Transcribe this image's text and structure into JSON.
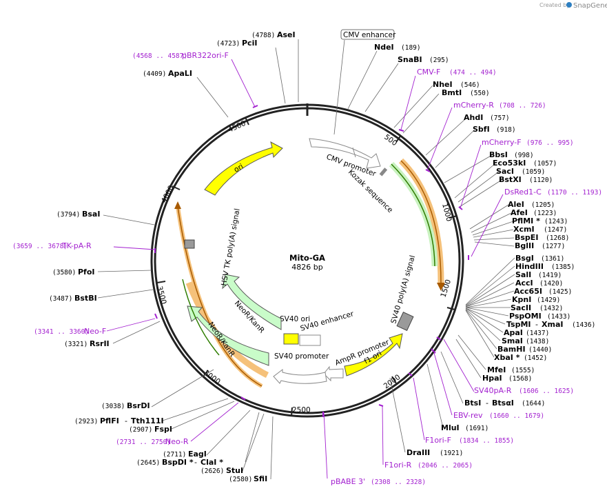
{
  "brand": {
    "created_by": "Created by",
    "app": "SnapGene"
  },
  "map": {
    "name": "Mito-GA",
    "length": "4826 bp"
  },
  "ticks": [
    "500",
    "1000",
    "1500",
    "2000",
    "2500",
    "3000",
    "3500",
    "4000",
    "4500"
  ],
  "features": {
    "cmv_enhancer": "CMV enhancer",
    "cmv_promoter": "CMV promoter",
    "kozak": "Kozak sequence",
    "sv40_polya": "SV40 poly(A) signal",
    "f1_ori": "f1 ori",
    "ampr_promoter": "AmpR promoter",
    "sv40_promoter": "SV40 promoter",
    "sv40_ori": "SV40 ori",
    "sv40_enhancer": "SV40 enhancer",
    "neor1": "NeoR/KanR",
    "neor2": "NeoR/KanR",
    "hsv_tk": "HSV TK poly(A) signal",
    "ori": "ori"
  },
  "enzymes": [
    {
      "name": "AseI",
      "pos": "(4788)"
    },
    {
      "name": "PciI",
      "pos": "(4723)"
    },
    {
      "name": "ApaLI",
      "pos": "(4409)"
    },
    {
      "name": "NdeI",
      "pos": "(189)"
    },
    {
      "name": "SnaBI",
      "pos": "(295)"
    },
    {
      "name": "NheI",
      "pos": "(546)"
    },
    {
      "name": "BmtI",
      "pos": "(550)"
    },
    {
      "name": "AhdI",
      "pos": "(757)"
    },
    {
      "name": "SbfI",
      "pos": "(918)"
    },
    {
      "name": "BbsI",
      "pos": "(998)"
    },
    {
      "name": "Eco53kI",
      "pos": "(1057)"
    },
    {
      "name": "SacI",
      "pos": "(1059)"
    },
    {
      "name": "BstXI",
      "pos": "(1120)"
    },
    {
      "name": "AleI",
      "pos": "(1205)"
    },
    {
      "name": "AfeI",
      "pos": "(1223)"
    },
    {
      "name": "PflMI *",
      "pos": "(1243)"
    },
    {
      "name": "XcmI",
      "pos": "(1247)"
    },
    {
      "name": "BspEI",
      "pos": "(1268)"
    },
    {
      "name": "BglII",
      "pos": "(1277)"
    },
    {
      "name": "BsgI",
      "pos": "(1361)"
    },
    {
      "name": "HindIII",
      "pos": "(1385)"
    },
    {
      "name": "SalI",
      "pos": "(1419)"
    },
    {
      "name": "AccI",
      "pos": "(1420)"
    },
    {
      "name": "Acc65I",
      "pos": "(1425)"
    },
    {
      "name": "KpnI",
      "pos": "(1429)"
    },
    {
      "name": "SacII",
      "pos": "(1432)"
    },
    {
      "name": "PspOMI",
      "pos": "(1433)"
    },
    {
      "name": "TspMI",
      "pos": ""
    },
    {
      "name": "XmaI",
      "pos": "(1436)"
    },
    {
      "name": "ApaI",
      "pos": "(1437)"
    },
    {
      "name": "SmaI",
      "pos": "(1438)"
    },
    {
      "name": "BamHI",
      "pos": "(1440)"
    },
    {
      "name": "XbaI *",
      "pos": "(1452)"
    },
    {
      "name": "MfeI",
      "pos": "(1555)"
    },
    {
      "name": "HpaI",
      "pos": "(1568)"
    },
    {
      "name": "BtsI",
      "pos": ""
    },
    {
      "name": "BtsαI",
      "pos": "(1644)"
    },
    {
      "name": "MluI",
      "pos": "(1691)"
    },
    {
      "name": "DraIII",
      "pos": "(1921)"
    },
    {
      "name": "SfiI",
      "pos": "(2580)"
    },
    {
      "name": "StuI",
      "pos": "(2626)"
    },
    {
      "name": "BspDI *",
      "pos": "(2645)"
    },
    {
      "name": "ClaI *",
      "pos": ""
    },
    {
      "name": "EagI",
      "pos": "(2711)"
    },
    {
      "name": "FspI",
      "pos": "(2907)"
    },
    {
      "name": "PflFI",
      "pos": "(2923)"
    },
    {
      "name": "Tth111I",
      "pos": ""
    },
    {
      "name": "BsrDI",
      "pos": "(3038)"
    },
    {
      "name": "RsrII",
      "pos": "(3321)"
    },
    {
      "name": "BstBI",
      "pos": "(3487)"
    },
    {
      "name": "PfoI",
      "pos": "(3580)"
    },
    {
      "name": "BsaI",
      "pos": "(3794)"
    }
  ],
  "primers": [
    {
      "name": "pBR322ori-F",
      "range": "(4568 .. 4587)"
    },
    {
      "name": "CMV-F",
      "range": "(474 .. 494)"
    },
    {
      "name": "mCherry-R",
      "range": "(708 .. 726)"
    },
    {
      "name": "mCherry-F",
      "range": "(976 .. 995)"
    },
    {
      "name": "DsRed1-C",
      "range": "(1170 .. 1193)"
    },
    {
      "name": "SV40pA-R",
      "range": "(1606 .. 1625)"
    },
    {
      "name": "EBV-rev",
      "range": "(1660 .. 1679)"
    },
    {
      "name": "F1ori-F",
      "range": "(1834 .. 1855)"
    },
    {
      "name": "F1ori-R",
      "range": "(2046 .. 2065)"
    },
    {
      "name": "pBABE 3'",
      "range": "(2308 .. 2328)"
    },
    {
      "name": "Neo-R",
      "range": "(2731 .. 2750)"
    },
    {
      "name": "Neo-F",
      "range": "(3341 .. 3360)"
    },
    {
      "name": "TK-pA-R",
      "range": "(3659 .. 3678)"
    }
  ]
}
